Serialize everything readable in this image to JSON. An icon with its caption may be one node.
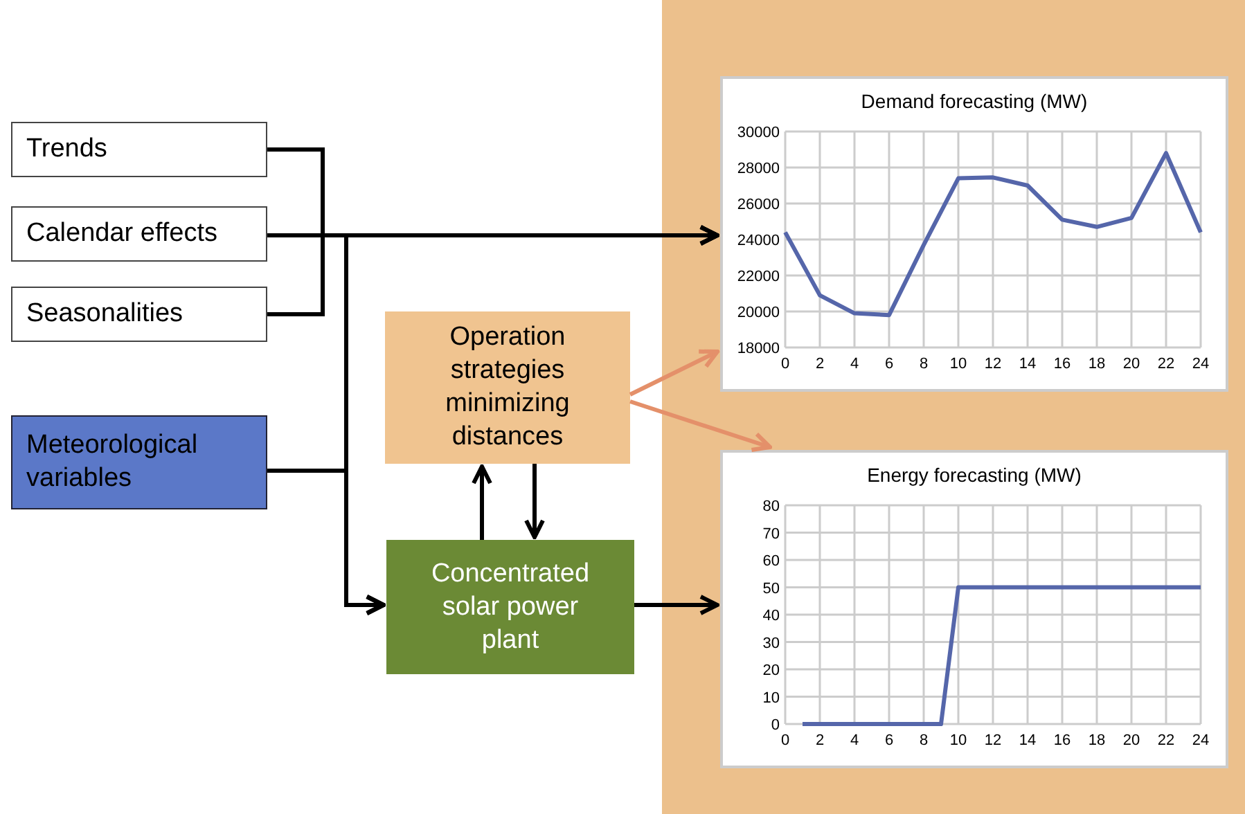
{
  "diagram": {
    "nodes": [
      {
        "text": [
          "Trends"
        ]
      },
      {
        "text": [
          "Calendar effects"
        ]
      },
      {
        "text": [
          "Seasonalities"
        ]
      },
      {
        "text": [
          "Meteorological variables"
        ]
      },
      {
        "text": [
          "Operation strategies minimizing distances"
        ]
      },
      {
        "text": [
          "Concentrated solar power plant"
        ]
      },
      {
        "text": [],
        "shape": "box"
      },
      {
        "text": [],
        "shape": "chart",
        "in": 6
      },
      {
        "text": [],
        "shape": "chart",
        "in": 6
      }
    ],
    "edges": [
      {
        "from": 0,
        "to": 7,
        "arrow": "to"
      },
      {
        "from": 1,
        "to": 7,
        "arrow": "to"
      },
      {
        "from": 2,
        "to": 7,
        "arrow": "to"
      },
      {
        "from": 3,
        "to": 7,
        "arrow": "to"
      },
      {
        "from": 0,
        "to": 5,
        "arrow": "to"
      },
      {
        "from": 1,
        "to": 5,
        "arrow": "to"
      },
      {
        "from": 2,
        "to": 5,
        "arrow": "to"
      },
      {
        "from": 3,
        "to": 5,
        "arrow": "to"
      },
      {
        "from": 4,
        "to": 7,
        "arrow": "to",
        "color": "#e4906a"
      },
      {
        "from": 4,
        "to": 8,
        "arrow": "to",
        "color": "#e4906a"
      },
      {
        "from": 5,
        "to": 4,
        "arrow": "to"
      },
      {
        "from": 4,
        "to": 5,
        "arrow": "to"
      },
      {
        "from": 5,
        "to": 8,
        "arrow": "to"
      }
    ],
    "chart_data": [
      {
        "type": "line",
        "title": "Demand forecasting (MW)",
        "x": [
          0,
          2,
          4,
          6,
          8,
          10,
          12,
          14,
          16,
          18,
          20,
          22,
          24
        ],
        "series": [
          {
            "color": "#5566aa",
            "values": [
              24400,
              20900,
              19900,
              19800,
              23700,
              27400,
              27450,
              27000,
              25100,
              24700,
              25200,
              28800,
              24400
            ]
          }
        ],
        "xlim": [
          0,
          24
        ],
        "ylim": [
          18000,
          30000
        ],
        "grid": true,
        "xticks": [
          0,
          2,
          4,
          6,
          8,
          10,
          12,
          14,
          16,
          18,
          20,
          22,
          24
        ],
        "yticks": [
          18000,
          20000,
          22000,
          24000,
          26000,
          28000,
          30000
        ]
      },
      {
        "type": "line",
        "title": "Energy forecasting (MW)",
        "x": [
          1,
          9,
          10,
          24
        ],
        "series": [
          {
            "color": "#5566aa",
            "values": [
              0,
              0,
              50,
              50
            ]
          }
        ],
        "xlim": [
          0,
          24
        ],
        "ylim": [
          0,
          80
        ],
        "grid": true,
        "xticks": [
          0,
          2,
          4,
          6,
          8,
          10,
          12,
          14,
          16,
          18,
          20,
          22,
          24
        ],
        "yticks": [
          0,
          10,
          20,
          30,
          40,
          50,
          60,
          70,
          80
        ]
      }
    ]
  }
}
